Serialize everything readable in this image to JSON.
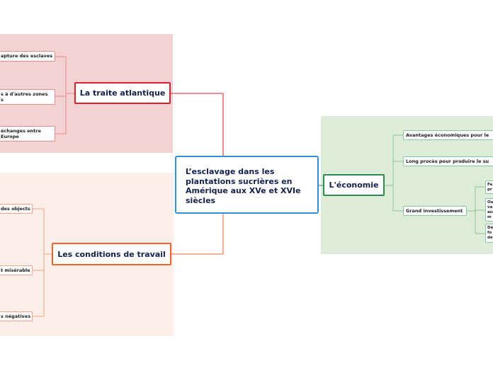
{
  "central": {
    "title": "L’esclavage dans les plantations sucrières en Amérique aux  XVe et XVIe siècles"
  },
  "branches": {
    "traite": {
      "label": "La traite atlantique",
      "color": "#d9202a",
      "zone_color": "#f2d2d3",
      "leaves": [
        "apture des esclaves",
        "s à d'autres zones\ns",
        "échanges entre\nEurope"
      ]
    },
    "conditions": {
      "label": "Les conditions de travail",
      "color": "#f0622b",
      "zone_color": "#fceeea",
      "leaves": [
        "des objects",
        "t misérable",
        "s négatives"
      ]
    },
    "economie": {
      "label": "L'économie",
      "color": "#2e8a4e",
      "zone_color": "#dcecd9",
      "leaves": [
        "Avantages économiques pour le",
        "Long procès pour produire le su",
        "Grand investissement"
      ],
      "subleaves": [
        "Fa\npr",
        "Ou\nva\nau\nm",
        "Dé\nfo\nde"
      ]
    }
  }
}
